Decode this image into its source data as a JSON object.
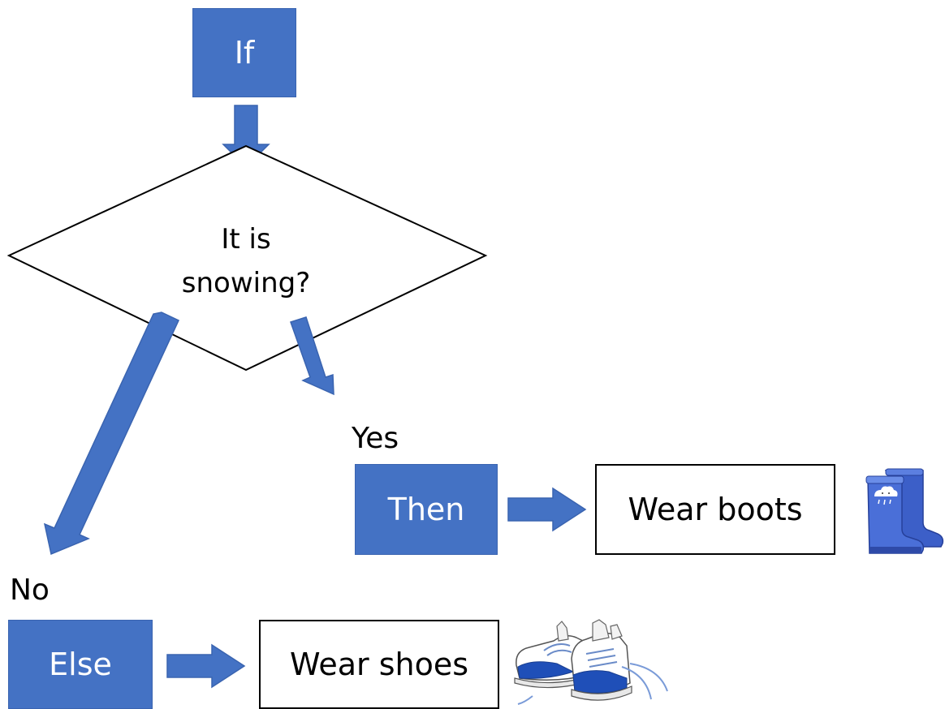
{
  "diagram": {
    "if_label": "If",
    "question_line1": "It is",
    "question_line2": "snowing?",
    "yes_label": "Yes",
    "no_label": "No",
    "then_label": "Then",
    "else_label": "Else",
    "yes_action": "Wear boots",
    "no_action": "Wear shoes"
  },
  "icons": {
    "boots": "rain-boots-icon",
    "shoes": "sneakers-icon"
  },
  "colors": {
    "block_fill": "#4472C4",
    "block_border": "#3A64B0",
    "boots_fill": "#4A6FD8",
    "shoe_accent": "#1F4FB8"
  }
}
